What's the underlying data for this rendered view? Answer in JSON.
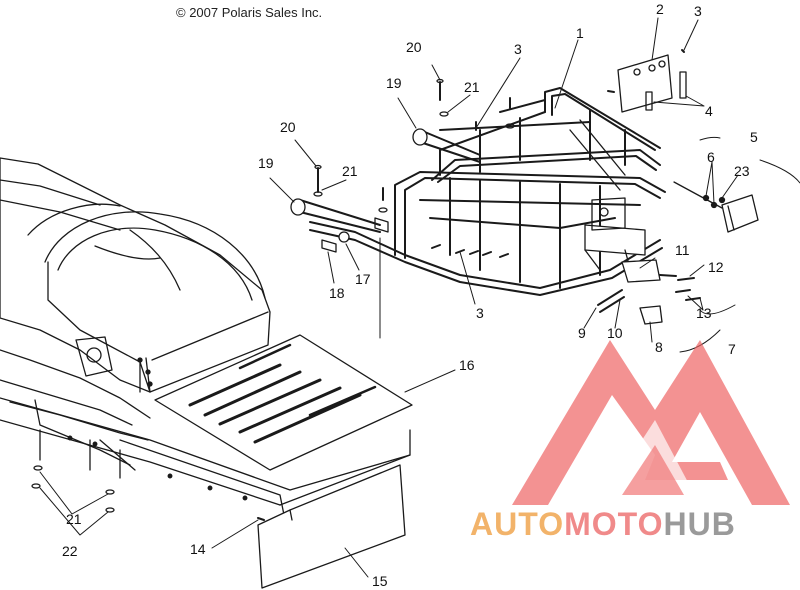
{
  "copyright": "© 2007 Polaris Sales Inc.",
  "callouts": [
    "1",
    "2",
    "3",
    "3",
    "3",
    "4",
    "5",
    "6",
    "7",
    "8",
    "9",
    "10",
    "11",
    "12",
    "13",
    "14",
    "15",
    "16",
    "17",
    "18",
    "19",
    "19",
    "20",
    "20",
    "21",
    "21",
    "21",
    "22",
    "23"
  ],
  "watermark": {
    "part1": "AUTO",
    "part2": "MOTO",
    "part3": "HUB",
    "colors": {
      "auto": "#f2b36a",
      "moto": "#f08a8a",
      "hub": "#9a9a9a",
      "logo": "#ee5f5f"
    }
  }
}
